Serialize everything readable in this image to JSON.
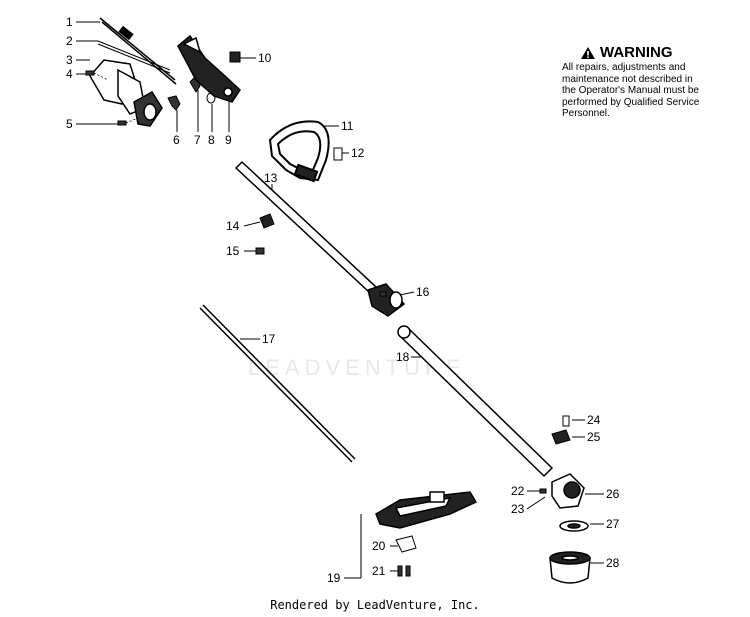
{
  "warning": {
    "title": "WARNING",
    "lines": [
      "All repairs, adjustments and",
      "maintenance not described in",
      "the Operator's Manual must be",
      "performed by Qualified Service",
      "Personnel."
    ]
  },
  "watermark": "LEADVENTURE",
  "footer": "Rendered by LeadVenture, Inc.",
  "parts": [
    "1",
    "2",
    "3",
    "4",
    "5",
    "6",
    "7",
    "8",
    "9",
    "10",
    "11",
    "12",
    "13",
    "14",
    "15",
    "16",
    "17",
    "18",
    "19",
    "20",
    "21",
    "22",
    "23",
    "24",
    "25",
    "26",
    "27",
    "28"
  ]
}
